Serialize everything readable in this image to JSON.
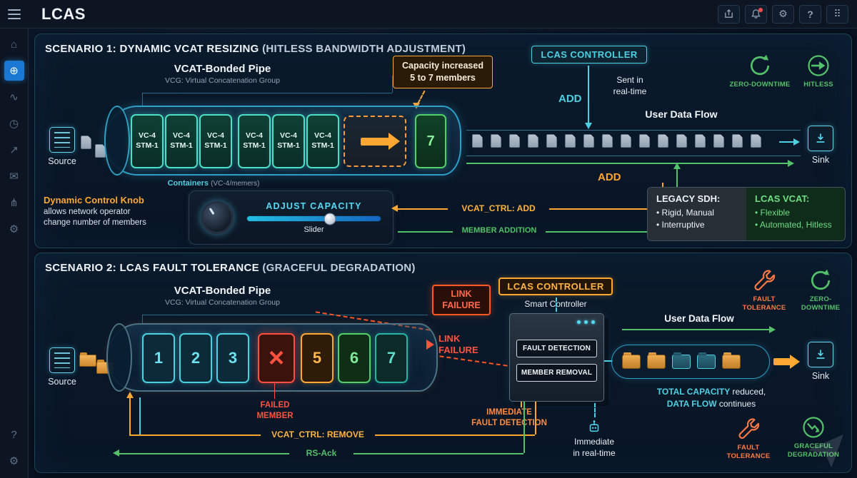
{
  "topbar": {
    "title": "LCAS",
    "gear_glyph": "⚙",
    "help_glyph": "?",
    "apps_glyph": "⠿"
  },
  "sidebar": {
    "glyphs": [
      "⌂",
      "⊕",
      "∿",
      "◷",
      "↗",
      "✉",
      "⋔",
      "⚙"
    ],
    "bottom_glyphs": [
      "?",
      "⚙"
    ]
  },
  "colors": {
    "cyan": "#4dd0e1",
    "orange": "#ffa733",
    "green": "#53c06a",
    "red": "#ff5340"
  },
  "s1": {
    "title": "SCENARIO 1: DYNAMIC VCAT RESIZING",
    "title_paren": "(HITLESS BANDWIDTH ADJUSTMENT)",
    "controller_badge": "LCAS CONTROLLER",
    "legend_zero_downtime": "ZERO-DOWNTIME",
    "legend_hitless": "HITLESS",
    "pipe_title": "VCAT-Bonded Pipe",
    "pipe_subtitle": "VCG: Virtual Concatenation Group",
    "callout_line1": "Capacity increased",
    "callout_line2": "5 to 7 members",
    "sent_line1": "Sent in",
    "sent_line2": "real-time",
    "add_label_cyan": "ADD",
    "add_label_orange": "ADD",
    "user_data_flow": "User Data Flow",
    "source_label": "Source",
    "sink_label": "Sink",
    "container_line1": "VC-4",
    "container_line2": "STM-1",
    "new_member_label": "7",
    "containers_label": "Containers",
    "containers_label_note": "(VC-4/memers)",
    "knob_heading": "Dynamic Control Knob",
    "knob_line1": "allows network operator",
    "knob_line2": "change number of members",
    "adjust_capacity": "ADJUST CAPACITY",
    "slider_label": "Slider",
    "vcat_ctrl_label": "VCAT_CTRL: ADD",
    "member_addition_label": "MEMBER ADDITION",
    "packet_count": 16,
    "compare": {
      "legacy_title": "LEGACY SDH:",
      "legacy_item1": "Rigid, Manual",
      "legacy_item2": "Interruptive",
      "lcas_title": "LCAS VCAT:",
      "lcas_item1": "Flexible",
      "lcas_item2": "Automated, Hitless"
    }
  },
  "s2": {
    "title": "SCENARIO 2: LCAS FAULT TOLERANCE",
    "title_paren": "(GRACEFUL DEGRADATION)",
    "link_failure_badge_line1": "LINK",
    "link_failure_badge_line2": "FAILURE",
    "controller_badge": "LCAS CONTROLLER",
    "controller_sub": "Smart Controller",
    "legend_fault_line1": "FAULT",
    "legend_fault_line2": "TOLERANCE",
    "legend_zero_line1": "ZERO-",
    "legend_zero_line2": "DOWNTIME",
    "pipe_title": "VCAT-Bonded Pipe",
    "pipe_subtitle": "VCG: Virtual Concatenation Group",
    "members": [
      "1",
      "2",
      "3",
      "×",
      "5",
      "6",
      "7"
    ],
    "failed_line1": "FAILED",
    "failed_line2": "MEMBER",
    "link_failure_text_line1": "LINK",
    "link_failure_text_line2": "FAILURE",
    "fault_detection": "FAULT DETECTION",
    "member_removal": "MEMBER REMOVAL",
    "user_data_flow": "User Data Flow",
    "source_label": "Source",
    "sink_label": "Sink",
    "packets": [
      "orange",
      "orange",
      "cyan",
      "cyan",
      "orange"
    ],
    "capacity_strong1": "TOTAL CAPACITY",
    "capacity_rest1": " reduced,",
    "capacity_strong2": "DATA FLOW",
    "capacity_rest2": " continues",
    "immediate_line1": "IMMEDIATE",
    "immediate_line2": "FAULT DETECTION",
    "robot_line1": "Immediate",
    "robot_line2": "in real-time",
    "vcat_ctrl_label": "VCAT_CTRL: REMOVE",
    "rs_ack_label": "RS-Ack",
    "legend_fault2_line1": "FAULT",
    "legend_fault2_line2": "TOLERANCE",
    "legend_graceful_line1": "GRACEFUL",
    "legend_graceful_line2": "DEGRADATION"
  }
}
